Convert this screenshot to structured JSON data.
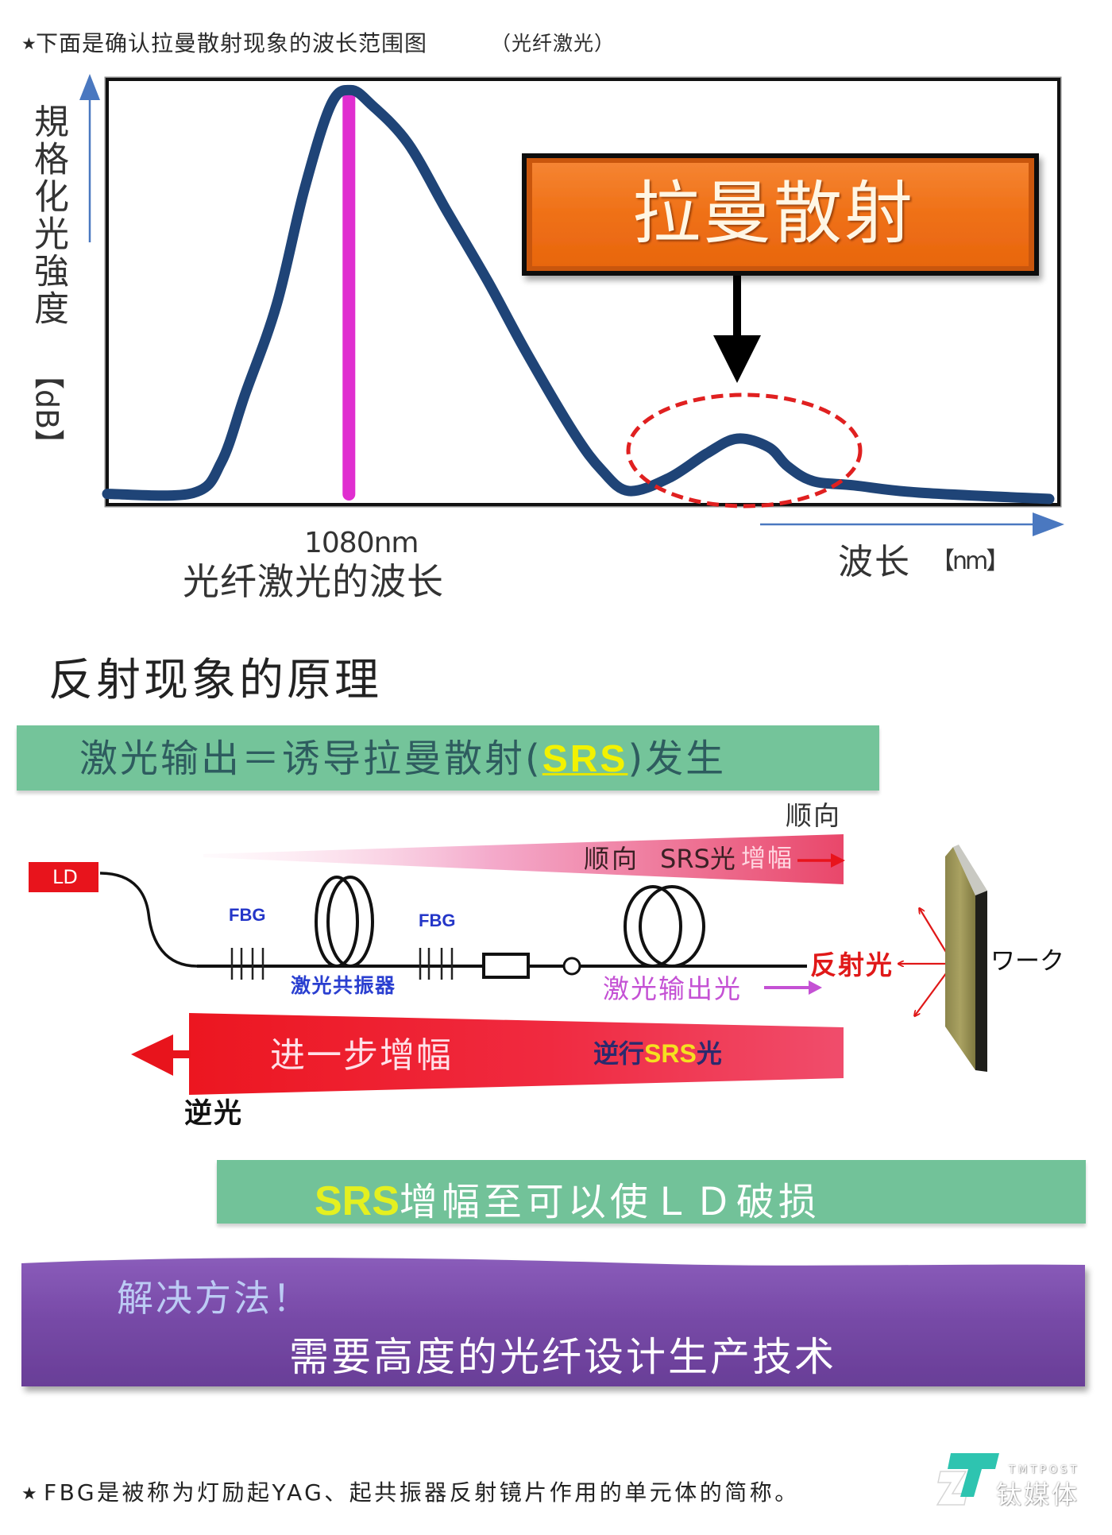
{
  "header": {
    "star": "★",
    "title": "下面是确认拉曼散射现象的波长范围图",
    "title_suffix": "（光纤激光）"
  },
  "spectrum": {
    "y_axis_label": "規格化光強度",
    "y_axis_unit": "【dB】",
    "x_axis_label": "波长",
    "x_axis_unit": "【nm】",
    "peak_wavelength": "1080nm",
    "peak_caption": "光纤激光的波长",
    "callout_label": "拉曼散射"
  },
  "chart_data": {
    "type": "line",
    "title": "下面是确认拉曼散射现象的波长范围图（光纤激光）",
    "xlabel": "波长【nm】",
    "ylabel": "規格化光強度【dB】",
    "grid": false,
    "annotations": [
      {
        "x": 0.254,
        "label": "1080nm 光纤激光的波长",
        "style": "vertical magenta line"
      },
      {
        "x": 0.662,
        "label": "拉曼散射",
        "style": "dashed red ellipse with callout arrow"
      }
    ],
    "series": [
      {
        "name": "normalized spectrum",
        "x": [
          0.0,
          0.09,
          0.12,
          0.145,
          0.178,
          0.207,
          0.235,
          0.256,
          0.278,
          0.316,
          0.357,
          0.4,
          0.44,
          0.49,
          0.52,
          0.548,
          0.59,
          0.63,
          0.662,
          0.695,
          0.715,
          0.742,
          0.785,
          0.853,
          0.99
        ],
        "y": [
          0.025,
          0.027,
          0.1,
          0.26,
          0.47,
          0.74,
          0.94,
          0.975,
          0.94,
          0.85,
          0.69,
          0.525,
          0.36,
          0.17,
          0.08,
          0.032,
          0.062,
          0.12,
          0.155,
          0.135,
          0.09,
          0.055,
          0.045,
          0.028,
          0.013
        ]
      }
    ]
  },
  "principle": {
    "heading": "反射现象的原理",
    "banner": {
      "prefix": "激光输出＝诱导拉曼散射(",
      "highlight": "SRS",
      "suffix": ")发生"
    }
  },
  "diagram": {
    "forward_label": "顺向",
    "forward_band": {
      "direction": "顺向",
      "srs_light": "SRS光",
      "gain": "增幅"
    },
    "ld_label": "LD",
    "fbg_labels": [
      "FBG",
      "FBG"
    ],
    "resonator_label": "激光共振器",
    "output_light_label": "激光输出光",
    "reflected_light_label": "反射光",
    "workpiece_label": "ワーク",
    "backward_band": {
      "gain_text": "进一步增幅",
      "label_prefix": "逆行",
      "label_highlight": "SRS",
      "label_suffix": "光"
    },
    "back_light_label": "逆光"
  },
  "warning_banner": {
    "highlight": "SRS",
    "text": "增幅至可以使ＬＤ破损"
  },
  "solution": {
    "title": "解决方法！",
    "text": "需要高度的光纤设计生产技术"
  },
  "footnote": {
    "star": "★",
    "text": "FBG是被称为灯励起YAG、起共振器反射镜片作用的单元体的简称。"
  },
  "watermark": {
    "brand_en": "TMTPOST",
    "brand_cn": "钛媒体"
  },
  "colors": {
    "curve": "#1f4477",
    "peak_line": "#e02ed0",
    "callout_box": "#ee6e14",
    "dashed_ellipse": "#e02020",
    "axis_arrow": "#4a78c0",
    "green_banner": "#74c49a",
    "srs_highlight": "#f2f200",
    "ld_box": "#e8141c",
    "fbg_text": "#2436c8",
    "output_light": "#c451d4",
    "reflected_light": "#e01818",
    "solution_box": "#7a4fa8",
    "watermark_teal": "#2ec4b0"
  }
}
